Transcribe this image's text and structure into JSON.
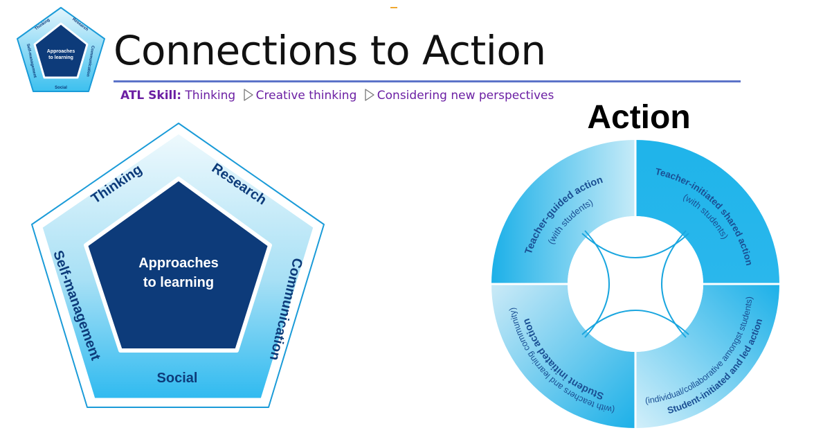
{
  "slide": {
    "title": "Connections to Action",
    "atl": {
      "label": "ATL Skill:",
      "steps": [
        "Thinking",
        "Creative thinking",
        "Considering new perspectives"
      ]
    }
  },
  "atl_diagram": {
    "center": [
      "Approaches",
      "to learning"
    ],
    "skills": [
      "Thinking",
      "Research",
      "Communication",
      "Social",
      "Self-management"
    ]
  },
  "action_diagram": {
    "title": "Action",
    "quadrants": [
      {
        "label": "Teacher-guided action",
        "sub": "(with students)"
      },
      {
        "label": "Teacher-initiated shared action",
        "sub": "(with students)"
      },
      {
        "label": "Student-initiated and led action",
        "sub": "(individual/collaborative amongst students)"
      },
      {
        "label": "Student initiated action",
        "sub": "(with teachers and learning community)"
      }
    ]
  },
  "colors": {
    "navy": "#0d3b7a",
    "dark_blue": "#1a4f93",
    "cyan": "#1fb0e6",
    "light_cyan": "#bfe8f7",
    "title_rule": "#5b73c8",
    "atl_text": "#6b1fa3"
  }
}
